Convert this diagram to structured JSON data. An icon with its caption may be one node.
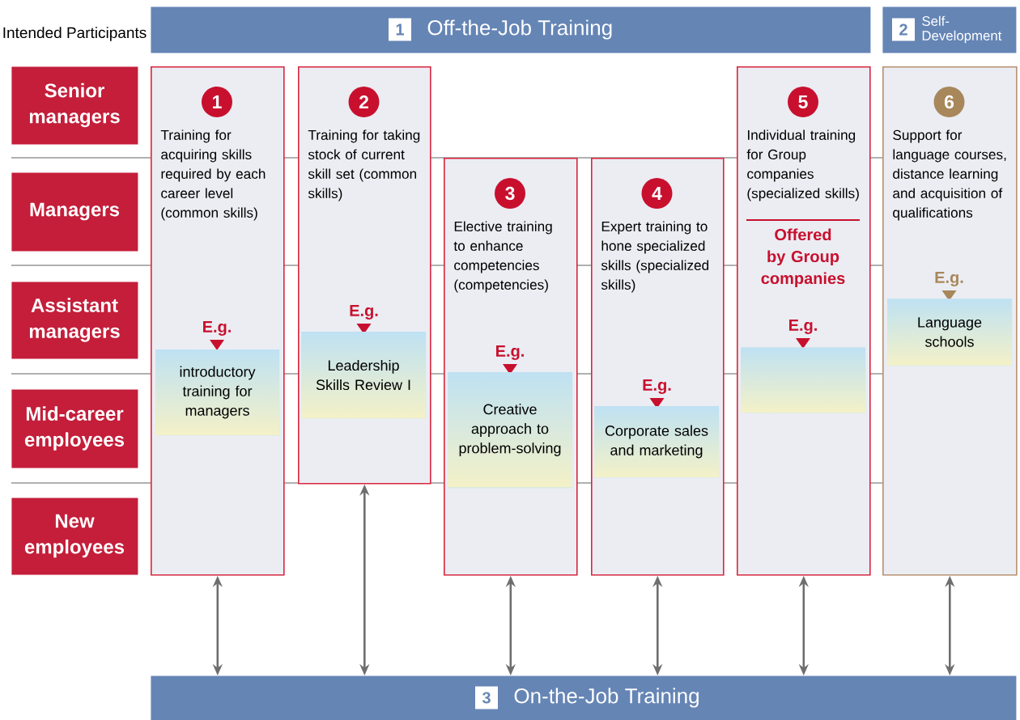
{
  "diagram": {
    "nodes": [
      {
        "text": [
          "1",
          "Off-the-Job Training"
        ]
      },
      {
        "text": [
          "2",
          "Self-Development"
        ]
      },
      {
        "text": [
          "3",
          "On-the-Job Training"
        ]
      },
      {
        "text": [
          "Senior managers"
        ]
      },
      {
        "text": [
          "Managers"
        ]
      },
      {
        "text": [
          "Assistant managers"
        ]
      },
      {
        "text": [
          "Mid-career employees"
        ]
      },
      {
        "text": [
          "New employees"
        ]
      },
      {
        "text": [
          "1",
          "Training for acquiring skills required by each career level (common skills)",
          "E.g."
        ]
      },
      {
        "text": [
          "2",
          "Training for taking stock of current skill set (common skills)",
          "E.g."
        ]
      },
      {
        "text": [
          "3",
          "Elective training to enhance competencies (competencies)",
          "E.g."
        ]
      },
      {
        "text": [
          "4",
          "Expert training to hone specialized skills (specialized skills)",
          "E.g."
        ]
      },
      {
        "text": [
          "5",
          "Individual training for Group companies (specialized skills)",
          "Offered by Group companies",
          "E.g."
        ]
      },
      {
        "text": [
          "6",
          "Support for language courses, distance learning and acquisition of qualifications",
          "E.g."
        ]
      },
      {
        "text": [
          "introductory training for managers"
        ],
        "in": 8
      },
      {
        "text": [
          "Leadership Skills Review I"
        ],
        "in": 9
      },
      {
        "text": [
          "Creative approach to problem-solving"
        ],
        "in": 10
      },
      {
        "text": [
          "Corporate sales and marketing"
        ],
        "in": 11
      },
      {
        "text": [],
        "shape": "box",
        "in": 12
      },
      {
        "text": [
          "Language schools"
        ],
        "in": 13
      }
    ],
    "edges": [
      {
        "from": 8,
        "to": 2,
        "arrow": "both"
      },
      {
        "from": 9,
        "to": 2,
        "arrow": "both"
      },
      {
        "from": 10,
        "to": 2,
        "arrow": "both"
      },
      {
        "from": 11,
        "to": 2,
        "arrow": "both"
      },
      {
        "from": 12,
        "to": 2,
        "arrow": "both"
      },
      {
        "from": 13,
        "to": 2,
        "arrow": "both"
      }
    ],
    "labels": [
      "Intended Participants"
    ]
  }
}
